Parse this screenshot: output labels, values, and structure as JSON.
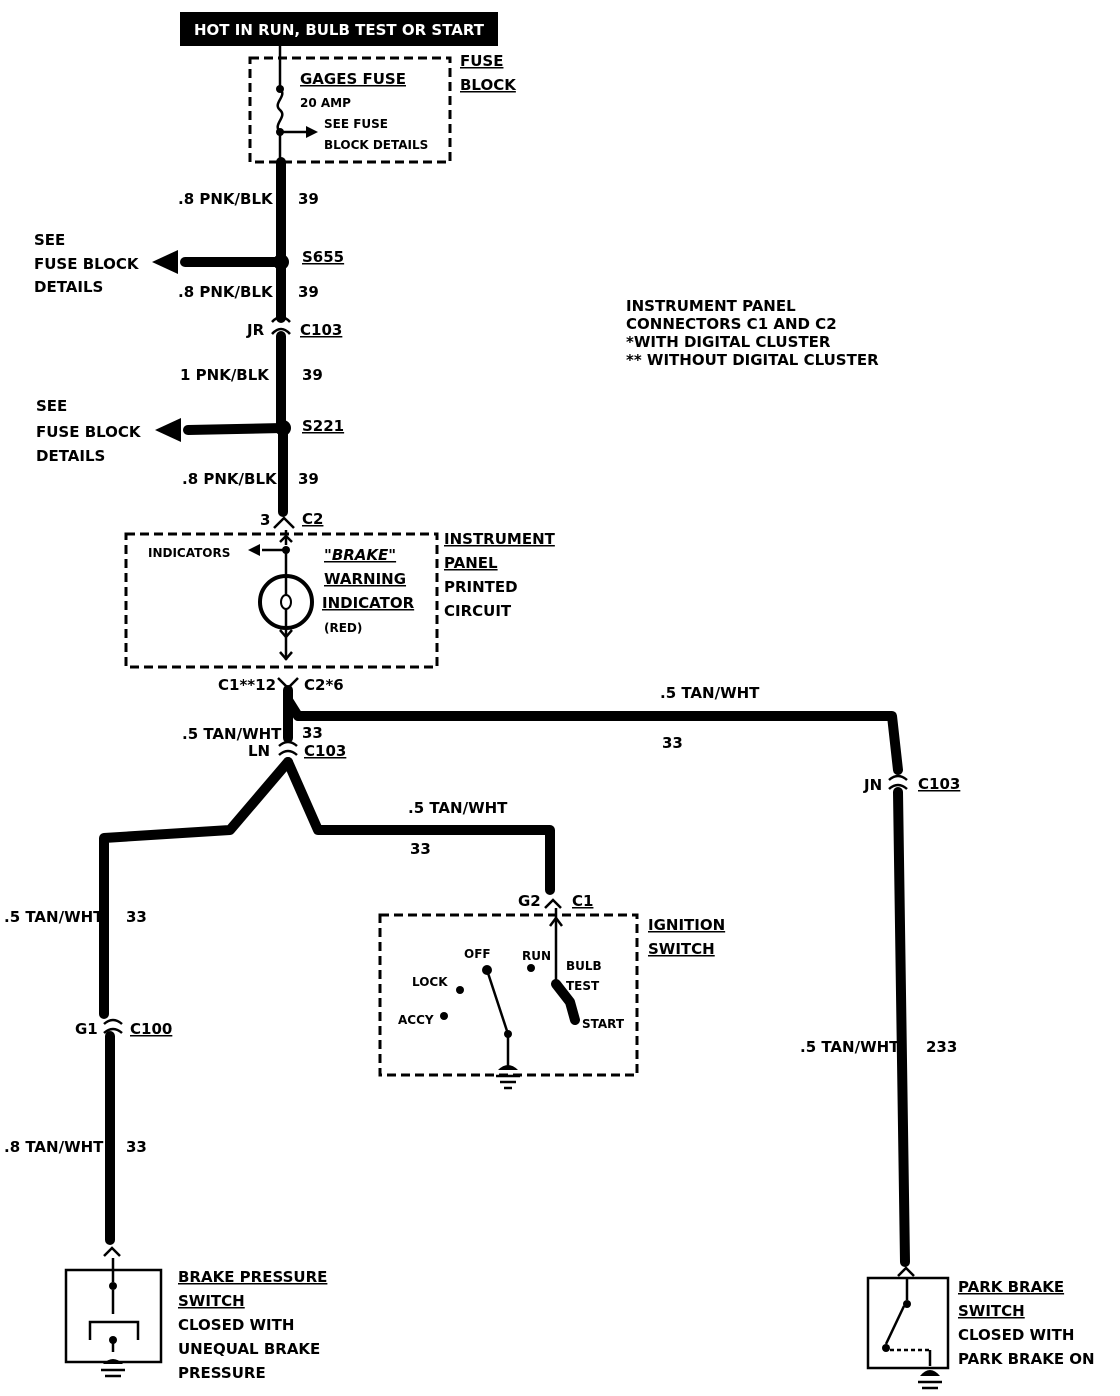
{
  "banner": "HOT IN RUN, BULB TEST OR START",
  "fuse_block": {
    "label_line1": "FUSE",
    "label_line2": "BLOCK",
    "fuse_name": "GAGES FUSE",
    "rating": "20 AMP",
    "details_line1": "SEE FUSE",
    "details_line2": "BLOCK DETAILS"
  },
  "wires": {
    "w1_gauge": ".8 PNK/BLK",
    "w1_circuit": "39",
    "w2_gauge": ".8 PNK/BLK",
    "w2_circuit": "39",
    "w3_gauge": "1 PNK/BLK",
    "w3_circuit": "39",
    "w4_gauge": ".8 PNK/BLK",
    "w4_circuit": "39",
    "w5_gauge": ".5 TAN/WHT",
    "w5_circuit": "33",
    "w6_gauge": ".5 TAN/WHT",
    "w6_circuit": "33",
    "w7_gauge": ".5 TAN/WHT",
    "w7_circuit": "33",
    "w8_gauge": ".5 TAN/WHT",
    "w8_circuit": "33",
    "w9_gauge": ".8 TAN/WHT",
    "w9_circuit": "33",
    "w10_gauge": ".5 TAN/WHT",
    "w10_circuit": "233"
  },
  "splices": {
    "s1": "S655",
    "s2": "S221",
    "see1": [
      "SEE",
      "FUSE BLOCK",
      "DETAILS"
    ],
    "see2": [
      "SEE",
      "FUSE BLOCK",
      "DETAILS"
    ]
  },
  "connectors": {
    "c103_top_pin": "JR",
    "c103_top": "C103",
    "c2_top_pin": "3",
    "c2_top": "C2",
    "c1_bottom": "C1**12",
    "c2_bottom": "C2*6",
    "c103_mid_pin": "LN",
    "c103_mid": "C103",
    "c103_right_pin": "JN",
    "c103_right": "C103",
    "c100_pin": "G1",
    "c100": "C100",
    "c1_ign_pin": "G2",
    "c1_ign": "C1"
  },
  "instrument_panel": {
    "label": [
      "INSTRUMENT",
      "PANEL",
      "PRINTED",
      "CIRCUIT"
    ],
    "indicators": "INDICATORS",
    "indicator_line1": "\"BRAKE\"",
    "indicator_line2": "WARNING",
    "indicator_line3": "INDICATOR",
    "color": "(RED)"
  },
  "notes": [
    "INSTRUMENT PANEL",
    "CONNECTORS C1 AND C2",
    "*WITH DIGITAL CLUSTER",
    "** WITHOUT DIGITAL CLUSTER"
  ],
  "ignition": {
    "label_line1": "IGNITION",
    "label_line2": "SWITCH",
    "off": "OFF",
    "run": "RUN",
    "lock": "LOCK",
    "accy": "ACCY",
    "bulb_test_line1": "BULB",
    "bulb_test_line2": "TEST",
    "start": "START"
  },
  "brake_pressure_switch": {
    "lines": [
      "BRAKE PRESSURE",
      "SWITCH",
      "CLOSED WITH",
      "UNEQUAL BRAKE",
      "PRESSURE"
    ]
  },
  "park_brake_switch": {
    "lines": [
      "PARK BRAKE",
      "SWITCH",
      "CLOSED WITH",
      "PARK BRAKE ON"
    ]
  }
}
